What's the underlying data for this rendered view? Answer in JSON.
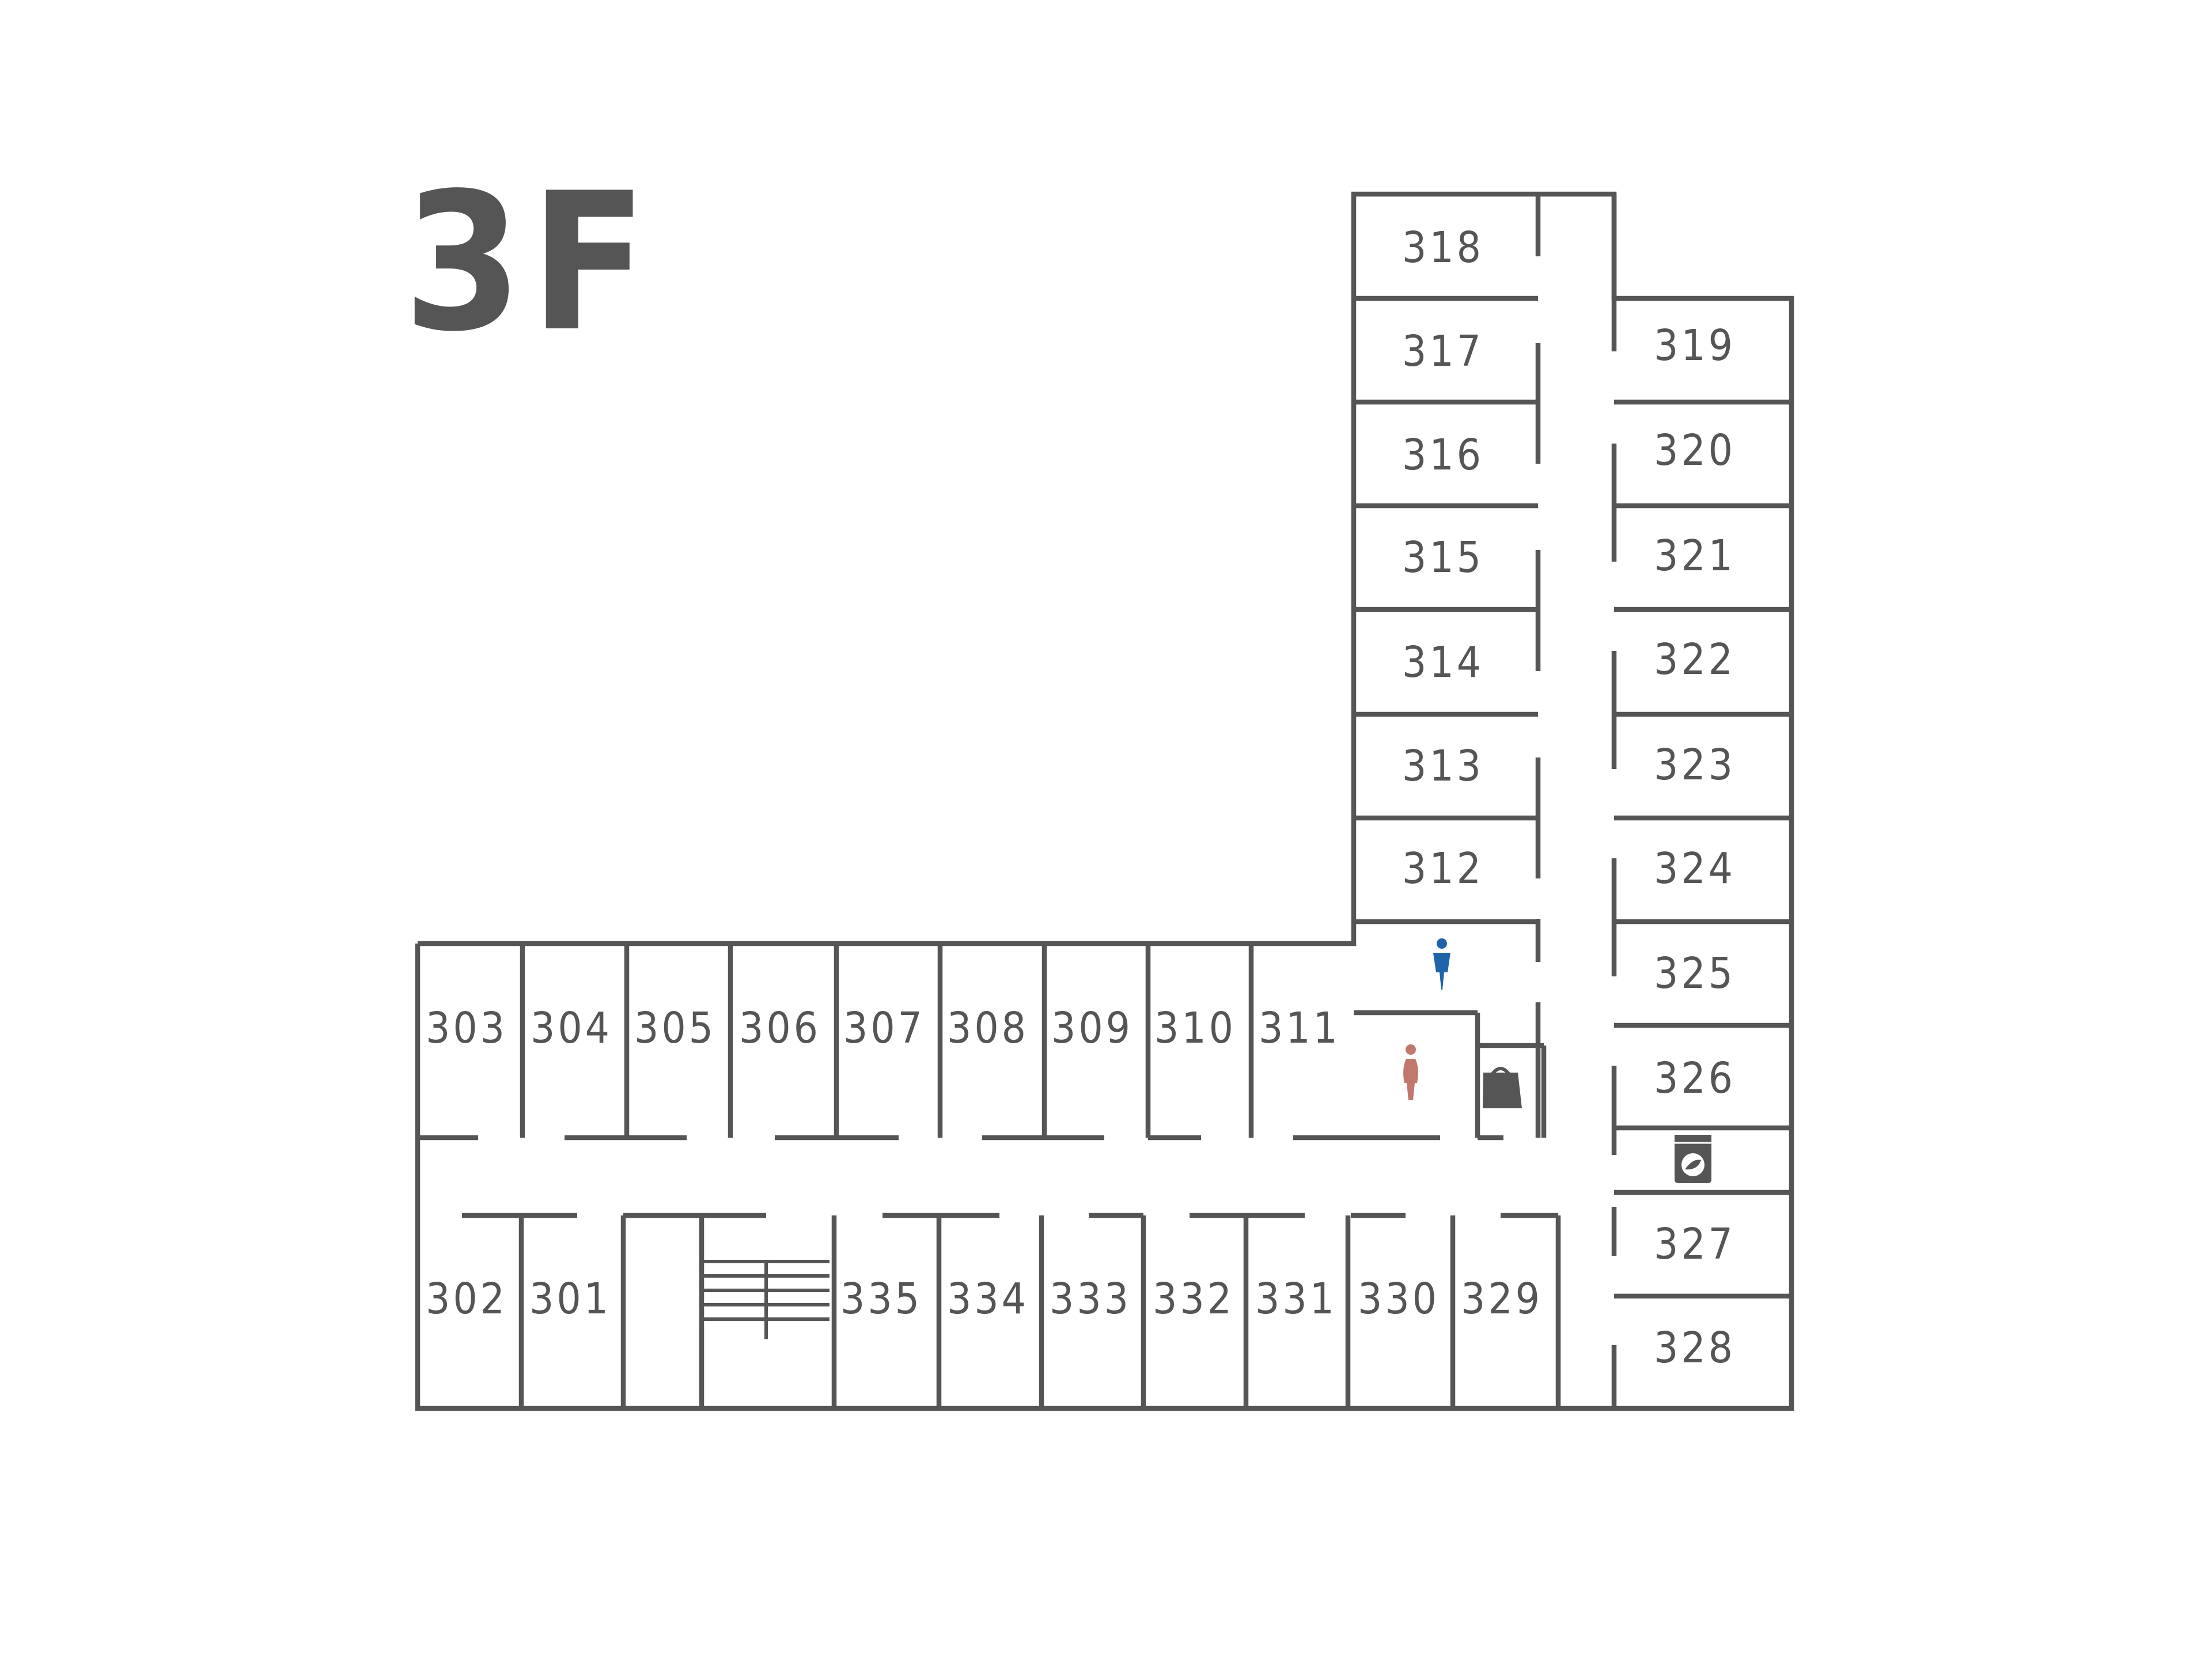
{
  "floor_label": "3F",
  "colors": {
    "wall": "#555555",
    "mens_restroom": "#1f64a8",
    "womens_restroom": "#c0786c",
    "icon_dark": "#555555"
  },
  "rooms": {
    "r301": "301",
    "r302": "302",
    "r303": "303",
    "r304": "304",
    "r305": "305",
    "r306": "306",
    "r307": "307",
    "r308": "308",
    "r309": "309",
    "r310": "310",
    "r311": "311",
    "r312": "312",
    "r313": "313",
    "r314": "314",
    "r315": "315",
    "r316": "316",
    "r317": "317",
    "r318": "318",
    "r319": "319",
    "r320": "320",
    "r321": "321",
    "r322": "322",
    "r323": "323",
    "r324": "324",
    "r325": "325",
    "r326": "326",
    "r327": "327",
    "r328": "328",
    "r329": "329",
    "r330": "330",
    "r331": "331",
    "r332": "332",
    "r333": "333",
    "r334": "334",
    "r335": "335"
  },
  "facilities": {
    "mens_restroom": "mens-restroom-icon",
    "womens_restroom": "womens-restroom-icon",
    "vending": "vending-bag-icon",
    "laundry": "washing-machine-icon",
    "stairs": "stairs-icon"
  }
}
